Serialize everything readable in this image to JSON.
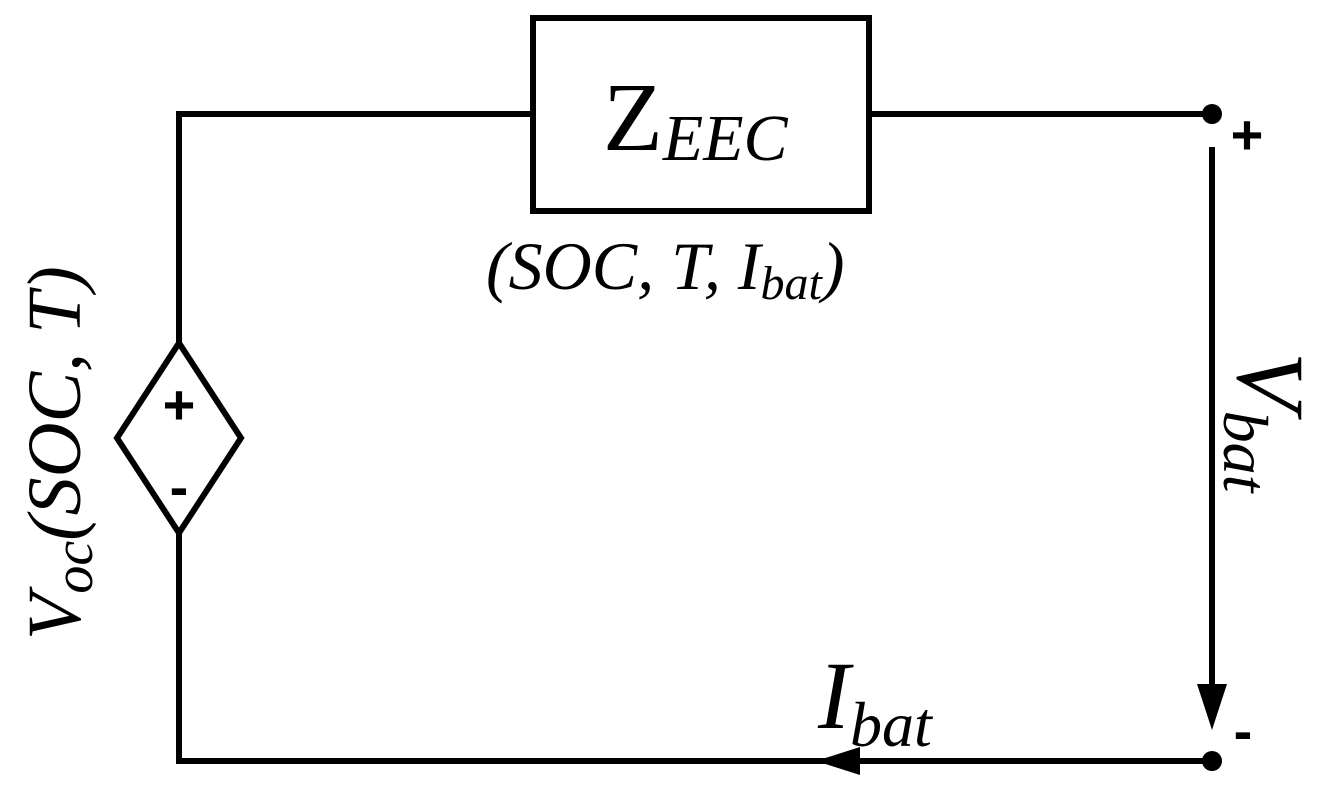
{
  "impedance": {
    "symbol": "Z",
    "subscript": "EEC",
    "args_open": "(SOC, T, I",
    "args_sub": "bat",
    "args_close": ")"
  },
  "source": {
    "symbol": "V",
    "subscript": "oc",
    "args": "(SOC, T)",
    "plus": "+",
    "minus": "-"
  },
  "terminal_voltage": {
    "symbol": "V",
    "subscript": "bat",
    "plus": "+",
    "minus": "-"
  },
  "current": {
    "symbol": "I",
    "subscript": "bat"
  },
  "colors": {
    "line": "#000000",
    "background": "#ffffff"
  }
}
